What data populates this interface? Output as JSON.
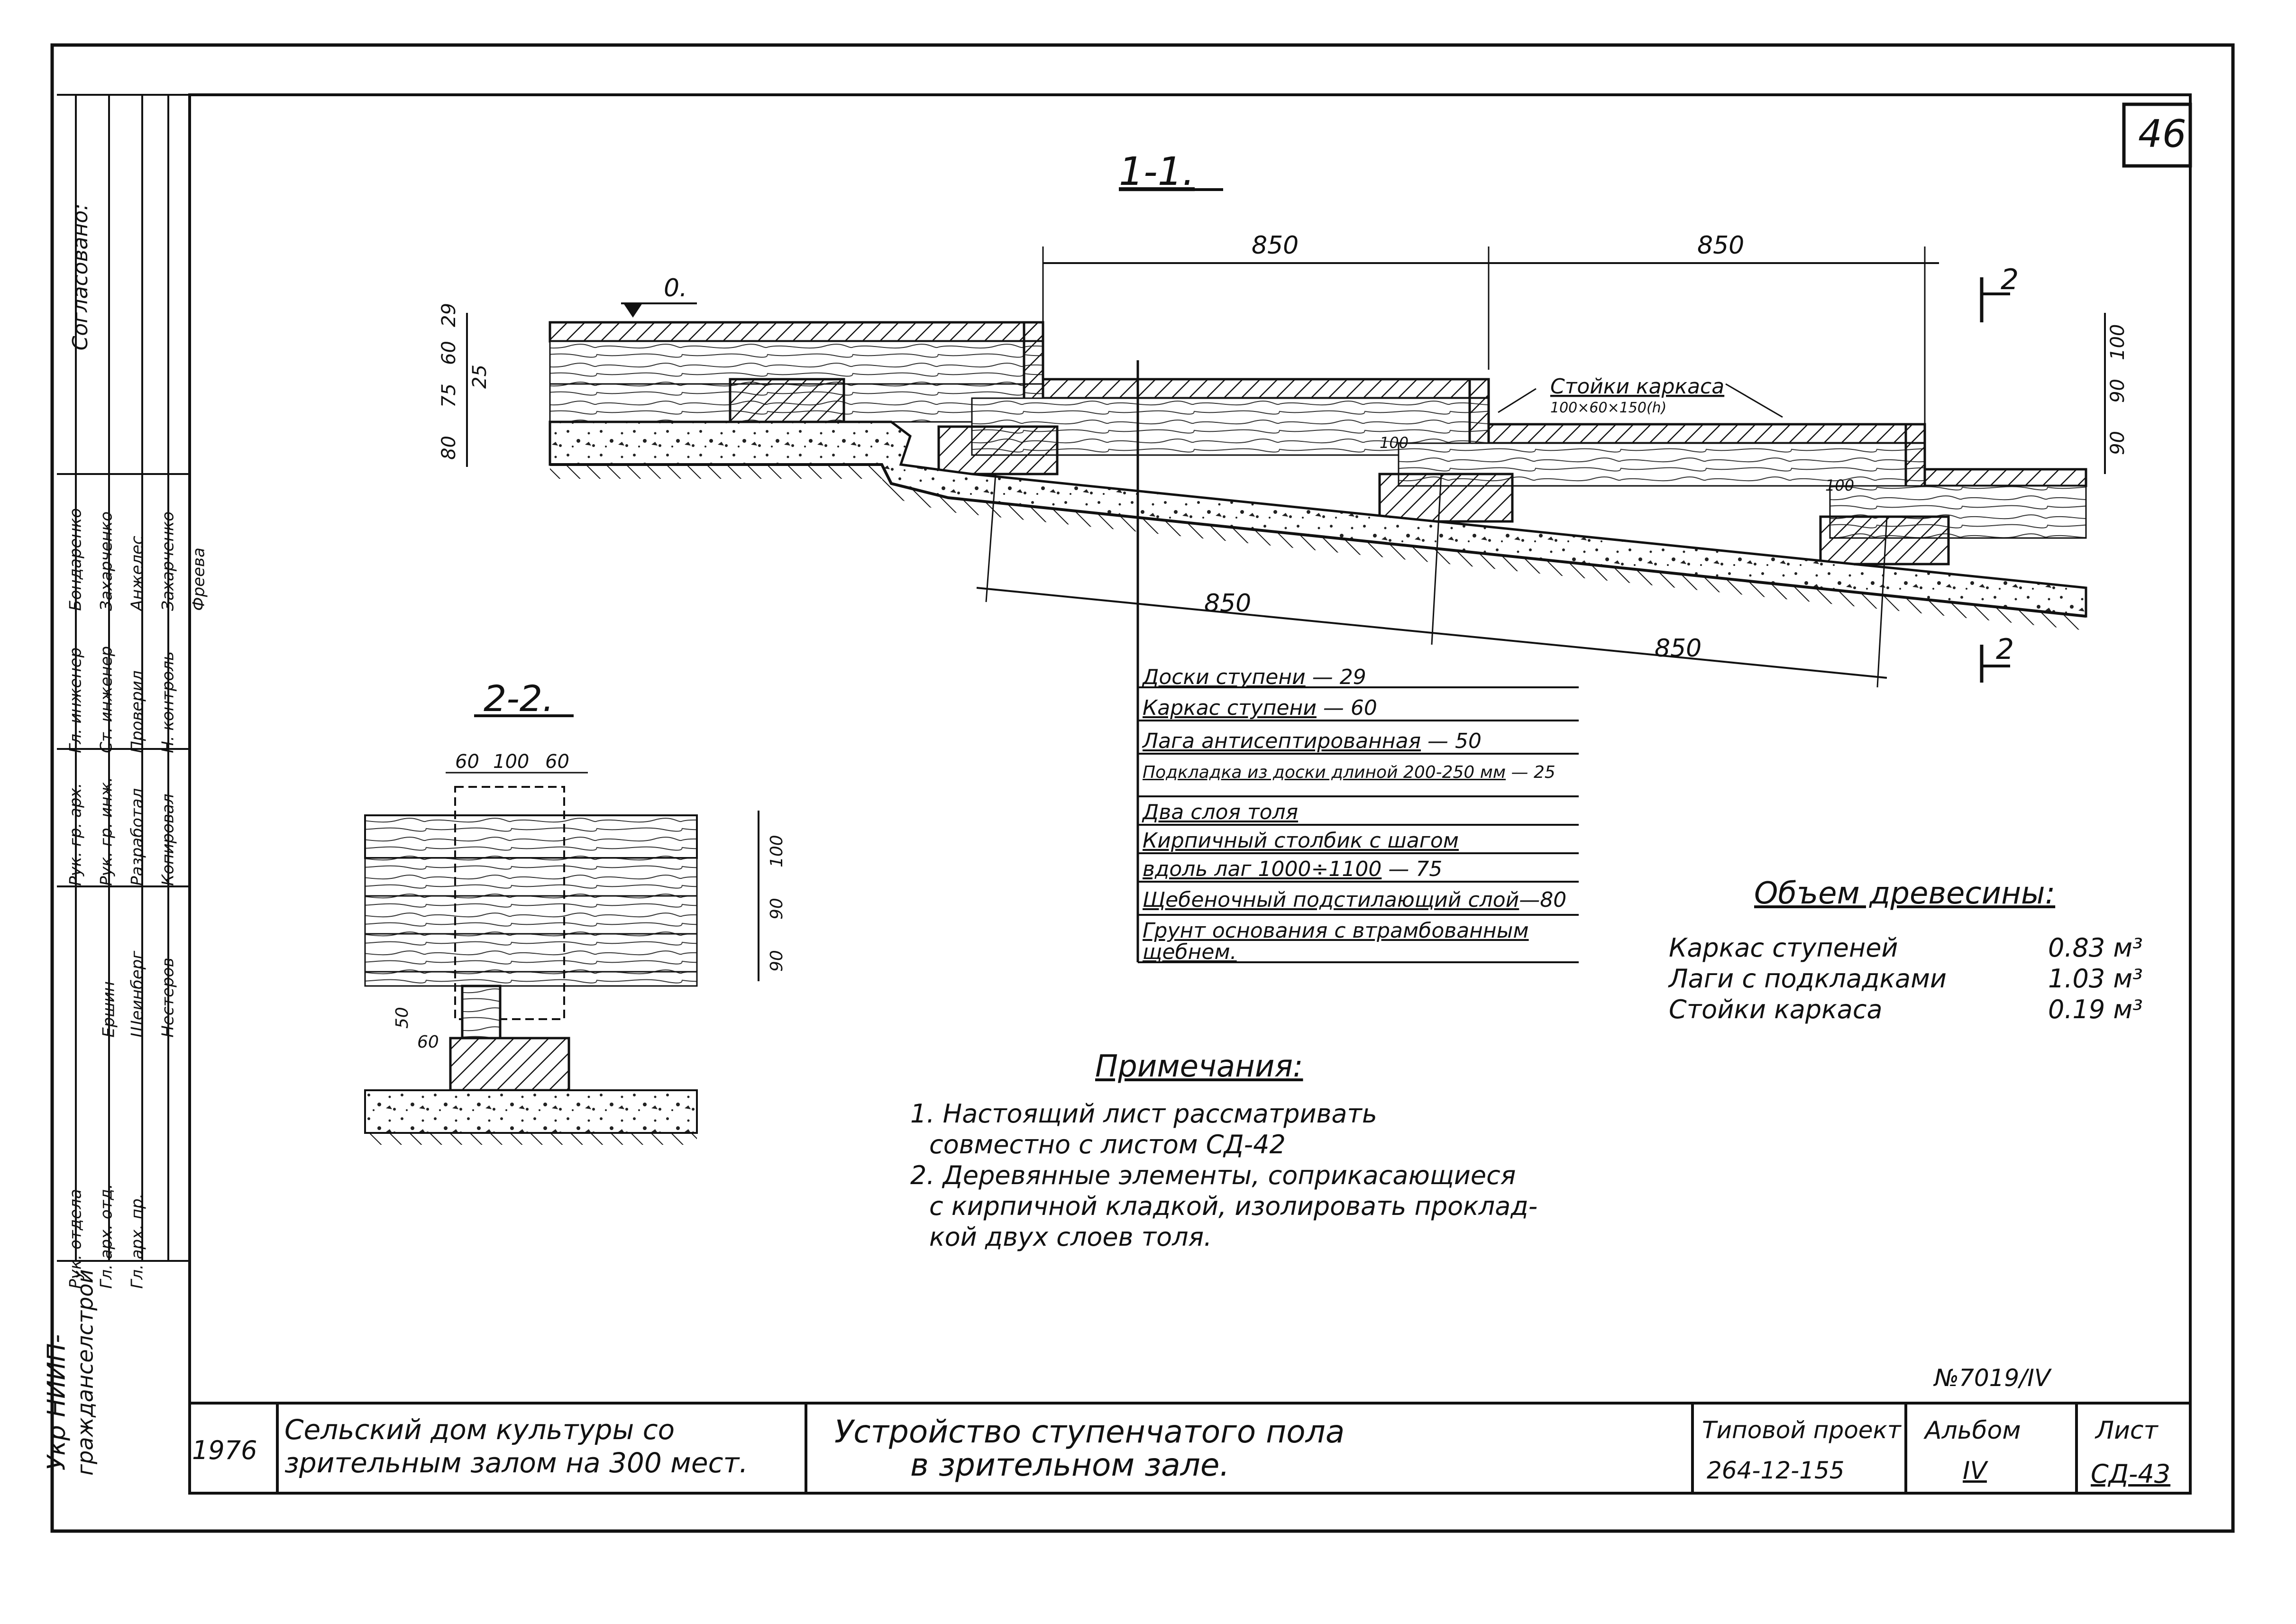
{
  "sheet_number": "46",
  "section_1_title": "1-1.",
  "section_2_title": "2-2.",
  "section_mark": "2",
  "level_mark": "0.",
  "dims_top": [
    "850",
    "850"
  ],
  "dims_bottom": [
    "850",
    "850"
  ],
  "dims_left": [
    "60",
    "29",
    "25",
    "75",
    "80"
  ],
  "dims_right": [
    "100",
    "90",
    "90"
  ],
  "dims_small": [
    "100",
    "100"
  ],
  "frame_posts_callout": "Стойки каркаса",
  "frame_posts_size": "100×60×150(h)",
  "layers": [
    {
      "text": "Доски ступени",
      "value": "— 29"
    },
    {
      "text": "Каркас ступени",
      "value": "— 60"
    },
    {
      "text": "Лага антисептированная",
      "value": "— 50"
    },
    {
      "text": "Подкладка из доски длиной 200-250 мм",
      "value": "— 25"
    },
    {
      "text": "Два слоя толя",
      "value": ""
    },
    {
      "text": "Кирпичный столбик с шагом",
      "value": ""
    },
    {
      "text": "вдоль лаг 1000÷1100",
      "value": "— 75"
    },
    {
      "text": "Щебеночный подстилающий слой",
      "value": "—80"
    },
    {
      "text": "Грунт основания с втрамбованным",
      "value": ""
    },
    {
      "text": "щебнем.",
      "value": ""
    }
  ],
  "sec2_dims_top": [
    "60",
    "100",
    "60"
  ],
  "sec2_dims_right": [
    "100",
    "90",
    "90"
  ],
  "sec2_dims_left": [
    "50",
    "60"
  ],
  "timber": {
    "title": "Объем древесины:",
    "rows": [
      {
        "label": "Каркас ступеней",
        "value": "0.83 м³"
      },
      {
        "label": "Лаги с подкладками",
        "value": "1.03 м³"
      },
      {
        "label": "Стойки каркаса",
        "value": "0.19 м³"
      }
    ]
  },
  "notes": {
    "title": "Примечания:",
    "lines": [
      "1. Настоящий лист рассматривать",
      "совместно с листом СД-42",
      "2. Деревянные элементы, соприкасающиеся",
      "с кирпичной кладкой, изолировать проклад-",
      "кой двух слоев толя."
    ]
  },
  "side_stamp": {
    "org": [
      "Укр НИИП-",
      "гражданселстрой"
    ],
    "agreed": "Согласовано:",
    "roles": [
      "Рук. отдела",
      "Гл. арх. отд.",
      "Гл. арх. пр.",
      "Рук. гр. арх.",
      "Рук. гр. инж.",
      "Разработал",
      "Гл. инженер",
      "Ст. инженер",
      "Проверил",
      "Н. контроль",
      "Копировал"
    ],
    "names": [
      "Ершин",
      "Шеинберг",
      "Нестеров",
      "Бондаренко",
      "Захарченко",
      "Анжелес",
      "Захарченко",
      "Фреева"
    ]
  },
  "title_block": {
    "year": "1976",
    "object": [
      "Сельский дом культуры со",
      "зрительным залом на 300 мест."
    ],
    "drawing": [
      "Устройство ступенчатого пола",
      "в зрительном зале."
    ],
    "project_label": "Типовой проект",
    "project_no": "264-12-155",
    "album_label": "Альбом",
    "album_no": "IV",
    "sheet_label": "Лист",
    "sheet_code": "СД-43",
    "archive_no": "№7019/IV"
  }
}
